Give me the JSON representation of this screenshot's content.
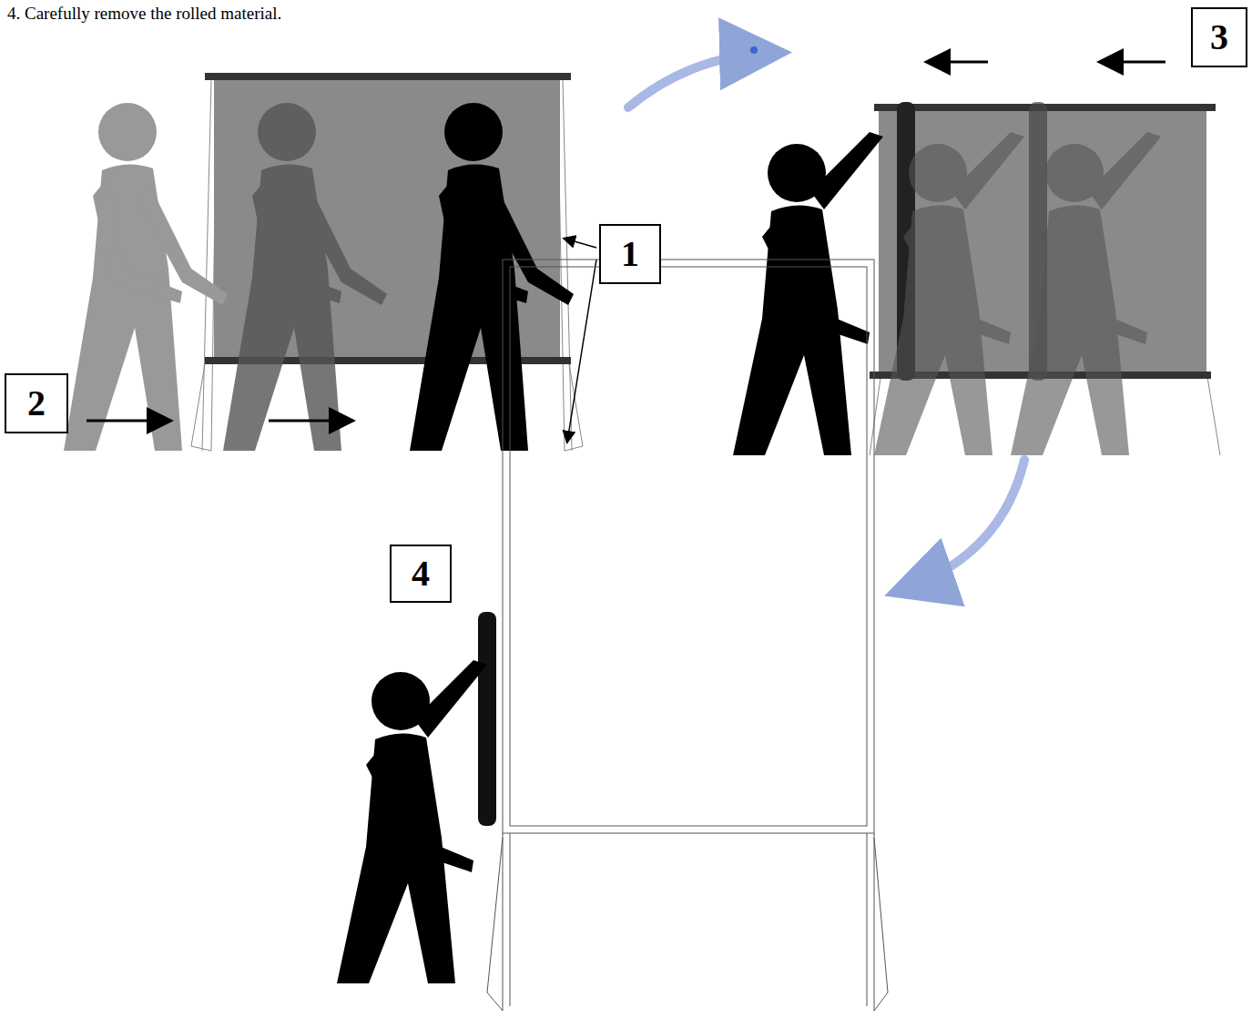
{
  "diagram": {
    "nodes": [
      {
        "text": [
          "3"
        ]
      },
      {
        "text": [
          "1"
        ]
      },
      {
        "text": [
          "2"
        ]
      },
      {
        "text": [
          "4"
        ]
      }
    ],
    "labels": [
      "4. Carefully remove the rolled material."
    ]
  }
}
